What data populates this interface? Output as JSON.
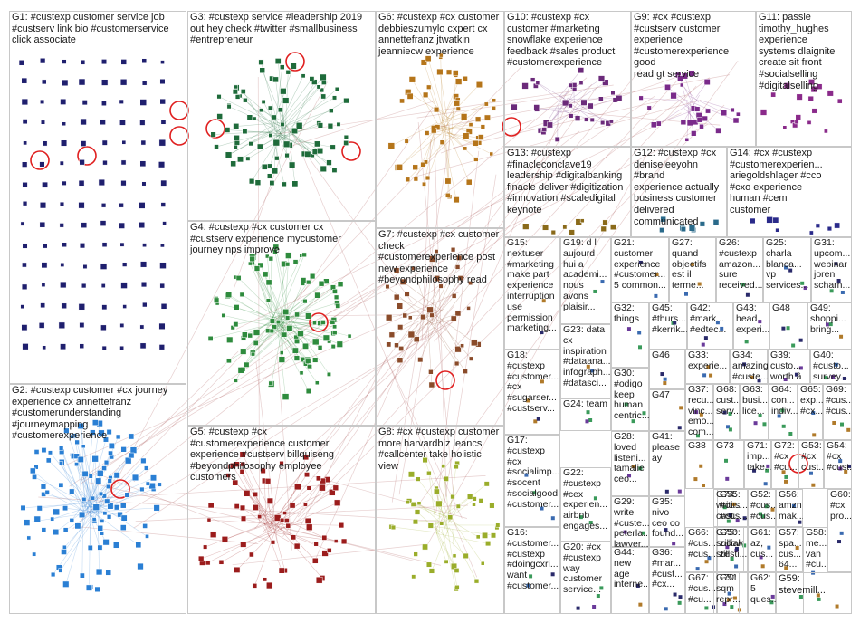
{
  "groups": [
    {
      "id": "G1",
      "text": "G1: #custexp customer service job\n#custserv link bio #customerservice\nclick associate"
    },
    {
      "id": "G2",
      "text": "G2: #custexp customer #cx journey\nexperience cx annettefranz\n#customerunderstanding\n#journeymapping\n#customerexperience"
    },
    {
      "id": "G3",
      "text": "G3: #custexp service #leadership 2019\nout hey check #twitter #smallbusiness\n#entrepreneur"
    },
    {
      "id": "G4",
      "text": "G4: #custexp #cx customer cx\n#custserv experience mycustomer\njourney nps improve"
    },
    {
      "id": "G5",
      "text": "G5: #custexp #cx\n#customerexperience customer\nexperience #custserv billquiseng\n#beyondphilosophy employee\ncustomers"
    },
    {
      "id": "G6",
      "text": "G6: #custexp #cx customer\ndebbieszumylo cxpert cx\nannettefranz jtwatkin\njeanniecw experience"
    },
    {
      "id": "G7",
      "text": "G7: #custexp #cx customer\ncheck\n#customerexperience post\nnew experience\n#beyondphilosophy read"
    },
    {
      "id": "G8",
      "text": "G8: #cx #custexp customer\nmore harvardbiz leancs\n#callcenter take holistic\nview"
    },
    {
      "id": "G9",
      "text": "G9: #cx #custexp\n#custserv customer\nexperience\n#customerexperience good\nread gt service"
    },
    {
      "id": "G10",
      "text": "G10: #custexp #cx\ncustomer #marketing\nsnowflake experience\nfeedback #sales product\n#customerexperience"
    },
    {
      "id": "G11",
      "text": "G11: passle\ntimothy_hughes\nexperience\nsystems dlaignite\ncreate sit front\n#socialselling\n#digitalselling"
    },
    {
      "id": "G12",
      "text": "G12: #custexp #cx\ndeniseleeyohn #brand\nexperience actually\nbusiness customer\ndelivered communicated"
    },
    {
      "id": "G13",
      "text": "G13: #custexp\n#finacleconclave19\nleadership #digitalbanking\nfinacle deliver #digitization\n#innovation #scaledigital\nkeynote"
    },
    {
      "id": "G14",
      "text": "G14: #cx #custexp\n#customerexperien...\nariegoldshlager #cco\n#cxo experience\nhuman #cem\ncustomer"
    },
    {
      "id": "G15",
      "text": "G15:\nnextuser\n#marketing\nmake part\nexperience\ninterruption\nuse\npermission\nmarketing..."
    },
    {
      "id": "G16",
      "text": "G16:\n#customer...\n#custexp\n#doingcxri...\nwant\n#customer..."
    },
    {
      "id": "G17",
      "text": "G17:\n#custexp\n#cx\n#socialimp...\n#socent\n#socialgood\n#customer..."
    },
    {
      "id": "G18",
      "text": "G18:\n#custexp\n#customer...\n#cx\n#sugarser...\n#custserv..."
    },
    {
      "id": "G19",
      "text": "G19: d l\naujourd\nhui a\nacademi...\nnous\navons\nplaisir..."
    },
    {
      "id": "G20",
      "text": "G20: #cx\n#custexp\nway\ncustomer\nservice..."
    },
    {
      "id": "G21",
      "text": "G21:\ncustomer\nexperience\n#customer...\n5 common..."
    },
    {
      "id": "G22",
      "text": "G22:\n#custexp\n#cex\nexperien...\nairbnb\nengages..."
    },
    {
      "id": "G23",
      "text": "G23: data\ncx\ninspiration\n#dataana...\ninfograph...\n#datasci..."
    },
    {
      "id": "G24",
      "text": "G24: team"
    },
    {
      "id": "G25",
      "text": "G25:\ncharla\nblanca...\nvp\nservices..."
    },
    {
      "id": "G26",
      "text": "G26:\n#custexp\namazon...\nsure\nreceived..."
    },
    {
      "id": "G27",
      "text": "G27:\nquand\nobjectifs\nest il\nterme..."
    },
    {
      "id": "G28",
      "text": "G28:\nloved\nlisteni...\ntamalie\nceo..."
    },
    {
      "id": "G29",
      "text": "G29:\nwrite\n#custe...\npeterla...\nlawyer..."
    },
    {
      "id": "G30",
      "text": "G30:\n#odigo\nkeep\nhuman\ncentric..."
    },
    {
      "id": "G31",
      "text": "G31:\nupcom...\nwebinar\njoren\nscharn..."
    },
    {
      "id": "G32",
      "text": "G32:\nthings"
    },
    {
      "id": "G33",
      "text": "G33:\nexperie..."
    },
    {
      "id": "G34",
      "text": "G34:\namazing\n#custe..."
    },
    {
      "id": "G35",
      "text": "G35:\nnivo\nceo co\nfound..."
    },
    {
      "id": "G36",
      "text": "G36:\n#mar...\n#cust...\n#cx..."
    },
    {
      "id": "G37",
      "text": "G37:\nrecu...\nvinc...\nemo...\ncom..."
    },
    {
      "id": "G38",
      "text": "G38"
    },
    {
      "id": "G39",
      "text": "G39:\ncusto...\nworth â"
    },
    {
      "id": "G40",
      "text": "G40:\n#custo...\nsurvey..."
    },
    {
      "id": "G41",
      "text": "G41:\nplease\nay"
    },
    {
      "id": "G42",
      "text": "G42:\n#mark...\n#edtec..."
    },
    {
      "id": "G43",
      "text": "G43:\nhead\nexperi..."
    },
    {
      "id": "G44",
      "text": "G44:\nnew\nage\ninterne..."
    },
    {
      "id": "G45",
      "text": "G45:\n#thurs...\n#kerrik..."
    },
    {
      "id": "G46",
      "text": "G46"
    },
    {
      "id": "G47",
      "text": "G47"
    },
    {
      "id": "G48",
      "text": "G48"
    },
    {
      "id": "G49",
      "text": "G49:\nshoppi...\nbring..."
    },
    {
      "id": "G50",
      "text": "G50:\nzillow\nzesti..."
    },
    {
      "id": "G51",
      "text": "G51"
    },
    {
      "id": "G52",
      "text": "G52:\n#cus...\n#cus..."
    },
    {
      "id": "G53",
      "text": "G53:\n#cx\ncust..."
    },
    {
      "id": "G54",
      "text": "G54:\n#cx\n#cust..."
    },
    {
      "id": "G55",
      "text": "G55:\n#cus...\n#cus..."
    },
    {
      "id": "G56",
      "text": "G56:\namzn\nmak..."
    },
    {
      "id": "G57",
      "text": "G57:\nspa...\ncus...\n64..."
    },
    {
      "id": "G58",
      "text": "G58:\nme...\nvan\n#cu..."
    },
    {
      "id": "G59",
      "text": "G59:\nstevemill..."
    },
    {
      "id": "G60",
      "text": "G60:\n#cx\npro..."
    },
    {
      "id": "G61",
      "text": "G61:\naz,\ncus..."
    },
    {
      "id": "G62",
      "text": "G62:\n5\nques..."
    },
    {
      "id": "G63",
      "text": "G63:\nbusi...\nlice..."
    },
    {
      "id": "G64",
      "text": "G64:\ncon...\nindiv..."
    },
    {
      "id": "G65",
      "text": "G65:\nexp...\n#cx..."
    },
    {
      "id": "G66",
      "text": "G66:\n#cus...\n#cus..."
    },
    {
      "id": "G67",
      "text": "G67:\n#cus...\n#cu..."
    },
    {
      "id": "G68",
      "text": "G68:\ncust...\nserv..."
    },
    {
      "id": "G69",
      "text": "G69:\n#cus...\n#cus..."
    },
    {
      "id": "G70",
      "text": "G70:\nsqm\nrepr..."
    },
    {
      "id": "G71",
      "text": "G71:\nimp...\ntake..."
    },
    {
      "id": "G72",
      "text": "G72:\n#cx\n#cu..."
    },
    {
      "id": "G73",
      "text": "G73"
    },
    {
      "id": "G74",
      "text": "G74:\nwriti...\ncust..."
    },
    {
      "id": "G75",
      "text": "G75:\nsocial\nstill"
    }
  ],
  "colors": {
    "G1": "#1f1f6e",
    "G2": "#2a7fd4",
    "G3": "#1e6b3a",
    "G4": "#2e8b3d",
    "G5": "#9b1c1c",
    "G6": "#b5751a",
    "G7": "#8a4b2a",
    "G8": "#9aad2a",
    "G9": "#7a2a8a",
    "G10": "#6b2a7a",
    "G11": "#8a2a8a",
    "G12": "#2a6a8a",
    "G13": "#8a6a1a",
    "G14": "#2a2a8a",
    "other": "#555555"
  }
}
